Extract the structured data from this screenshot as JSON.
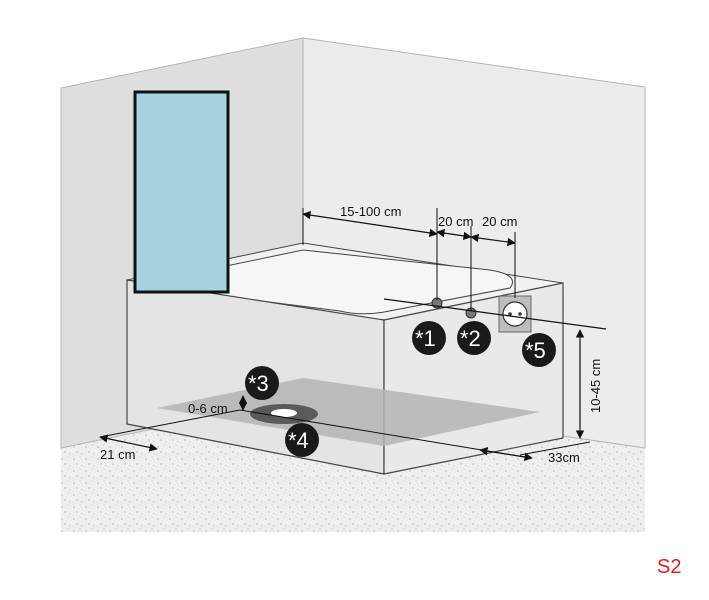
{
  "colors": {
    "wall_left": "#dedede",
    "wall_back": "#ececec",
    "floor": "#eeeeee",
    "tub_front": "#e4e4e4",
    "glass": "#a7d2df",
    "tray": "#b4b4b4",
    "drain": "#5a5a5a",
    "badge": "#1a1a1a",
    "accent_code": "#d7202a"
  },
  "dimensions": {
    "d1": "15-100 cm",
    "d2": "20 cm",
    "d3": "20 cm",
    "d4": "10-45 cm",
    "d5": "0-6 cm",
    "d6": "21 cm",
    "d7": "33cm"
  },
  "markers": {
    "m1": "*1",
    "m2": "*2",
    "m3": "*3",
    "m4": "*4",
    "m5": "*5"
  },
  "code": "S2"
}
